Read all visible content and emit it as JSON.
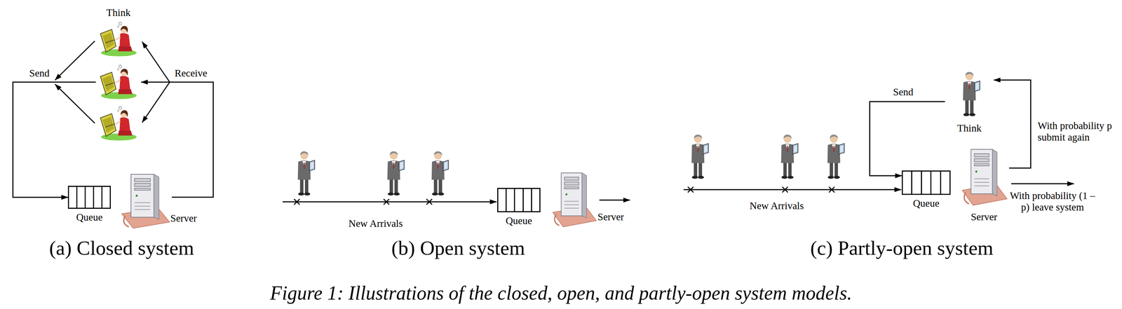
{
  "diagram": {
    "caption": "Figure 1: Illustrations of the closed, open, and partly-open system models.",
    "nodes": [
      {
        "text": [
          "Think"
        ]
      },
      {
        "text": [
          "Queue"
        ]
      },
      {
        "text": [
          "Server"
        ]
      },
      {
        "text": [
          "Queue"
        ]
      },
      {
        "text": [
          "Server"
        ]
      },
      {
        "text": [
          "Think"
        ]
      },
      {
        "text": [
          "Queue"
        ]
      },
      {
        "text": [
          "Server"
        ]
      }
    ],
    "edges": [
      {
        "from": 0,
        "to": 1,
        "label": "Send",
        "arrow": "to"
      },
      {
        "from": 2,
        "to": 0,
        "label": "Receive",
        "arrow": "to"
      },
      {
        "from": 5,
        "to": 6,
        "label": "Send",
        "arrow": "to"
      },
      {
        "from": 7,
        "to": 5,
        "label": "With probability p submit again",
        "arrow": "to"
      }
    ],
    "labels": [
      "(a) Closed system",
      "New Arrivals",
      "(b) Open system",
      "New Arrivals",
      "With probability (1 – p) leave system",
      "(c) Partly-open system"
    ]
  }
}
